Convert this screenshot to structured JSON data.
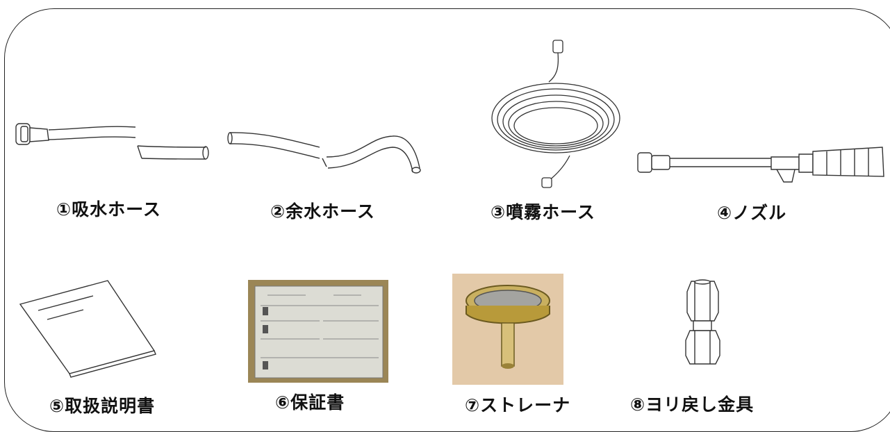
{
  "parts": [
    {
      "label": "①吸水ホース",
      "icon": "suction-hose-icon"
    },
    {
      "label": "②余水ホース",
      "icon": "bypass-hose-icon"
    },
    {
      "label": "③噴霧ホース",
      "icon": "spray-hose-coil-icon"
    },
    {
      "label": "④ノズル",
      "icon": "nozzle-icon"
    },
    {
      "label": "⑤取扱説明書",
      "icon": "manual-booklet-icon"
    },
    {
      "label": "⑥保証書",
      "icon": "warranty-card-icon"
    },
    {
      "label": "⑦ストレーナ",
      "icon": "strainer-icon"
    },
    {
      "label": "⑧ヨリ戻し金具",
      "icon": "swivel-fitting-icon"
    }
  ]
}
